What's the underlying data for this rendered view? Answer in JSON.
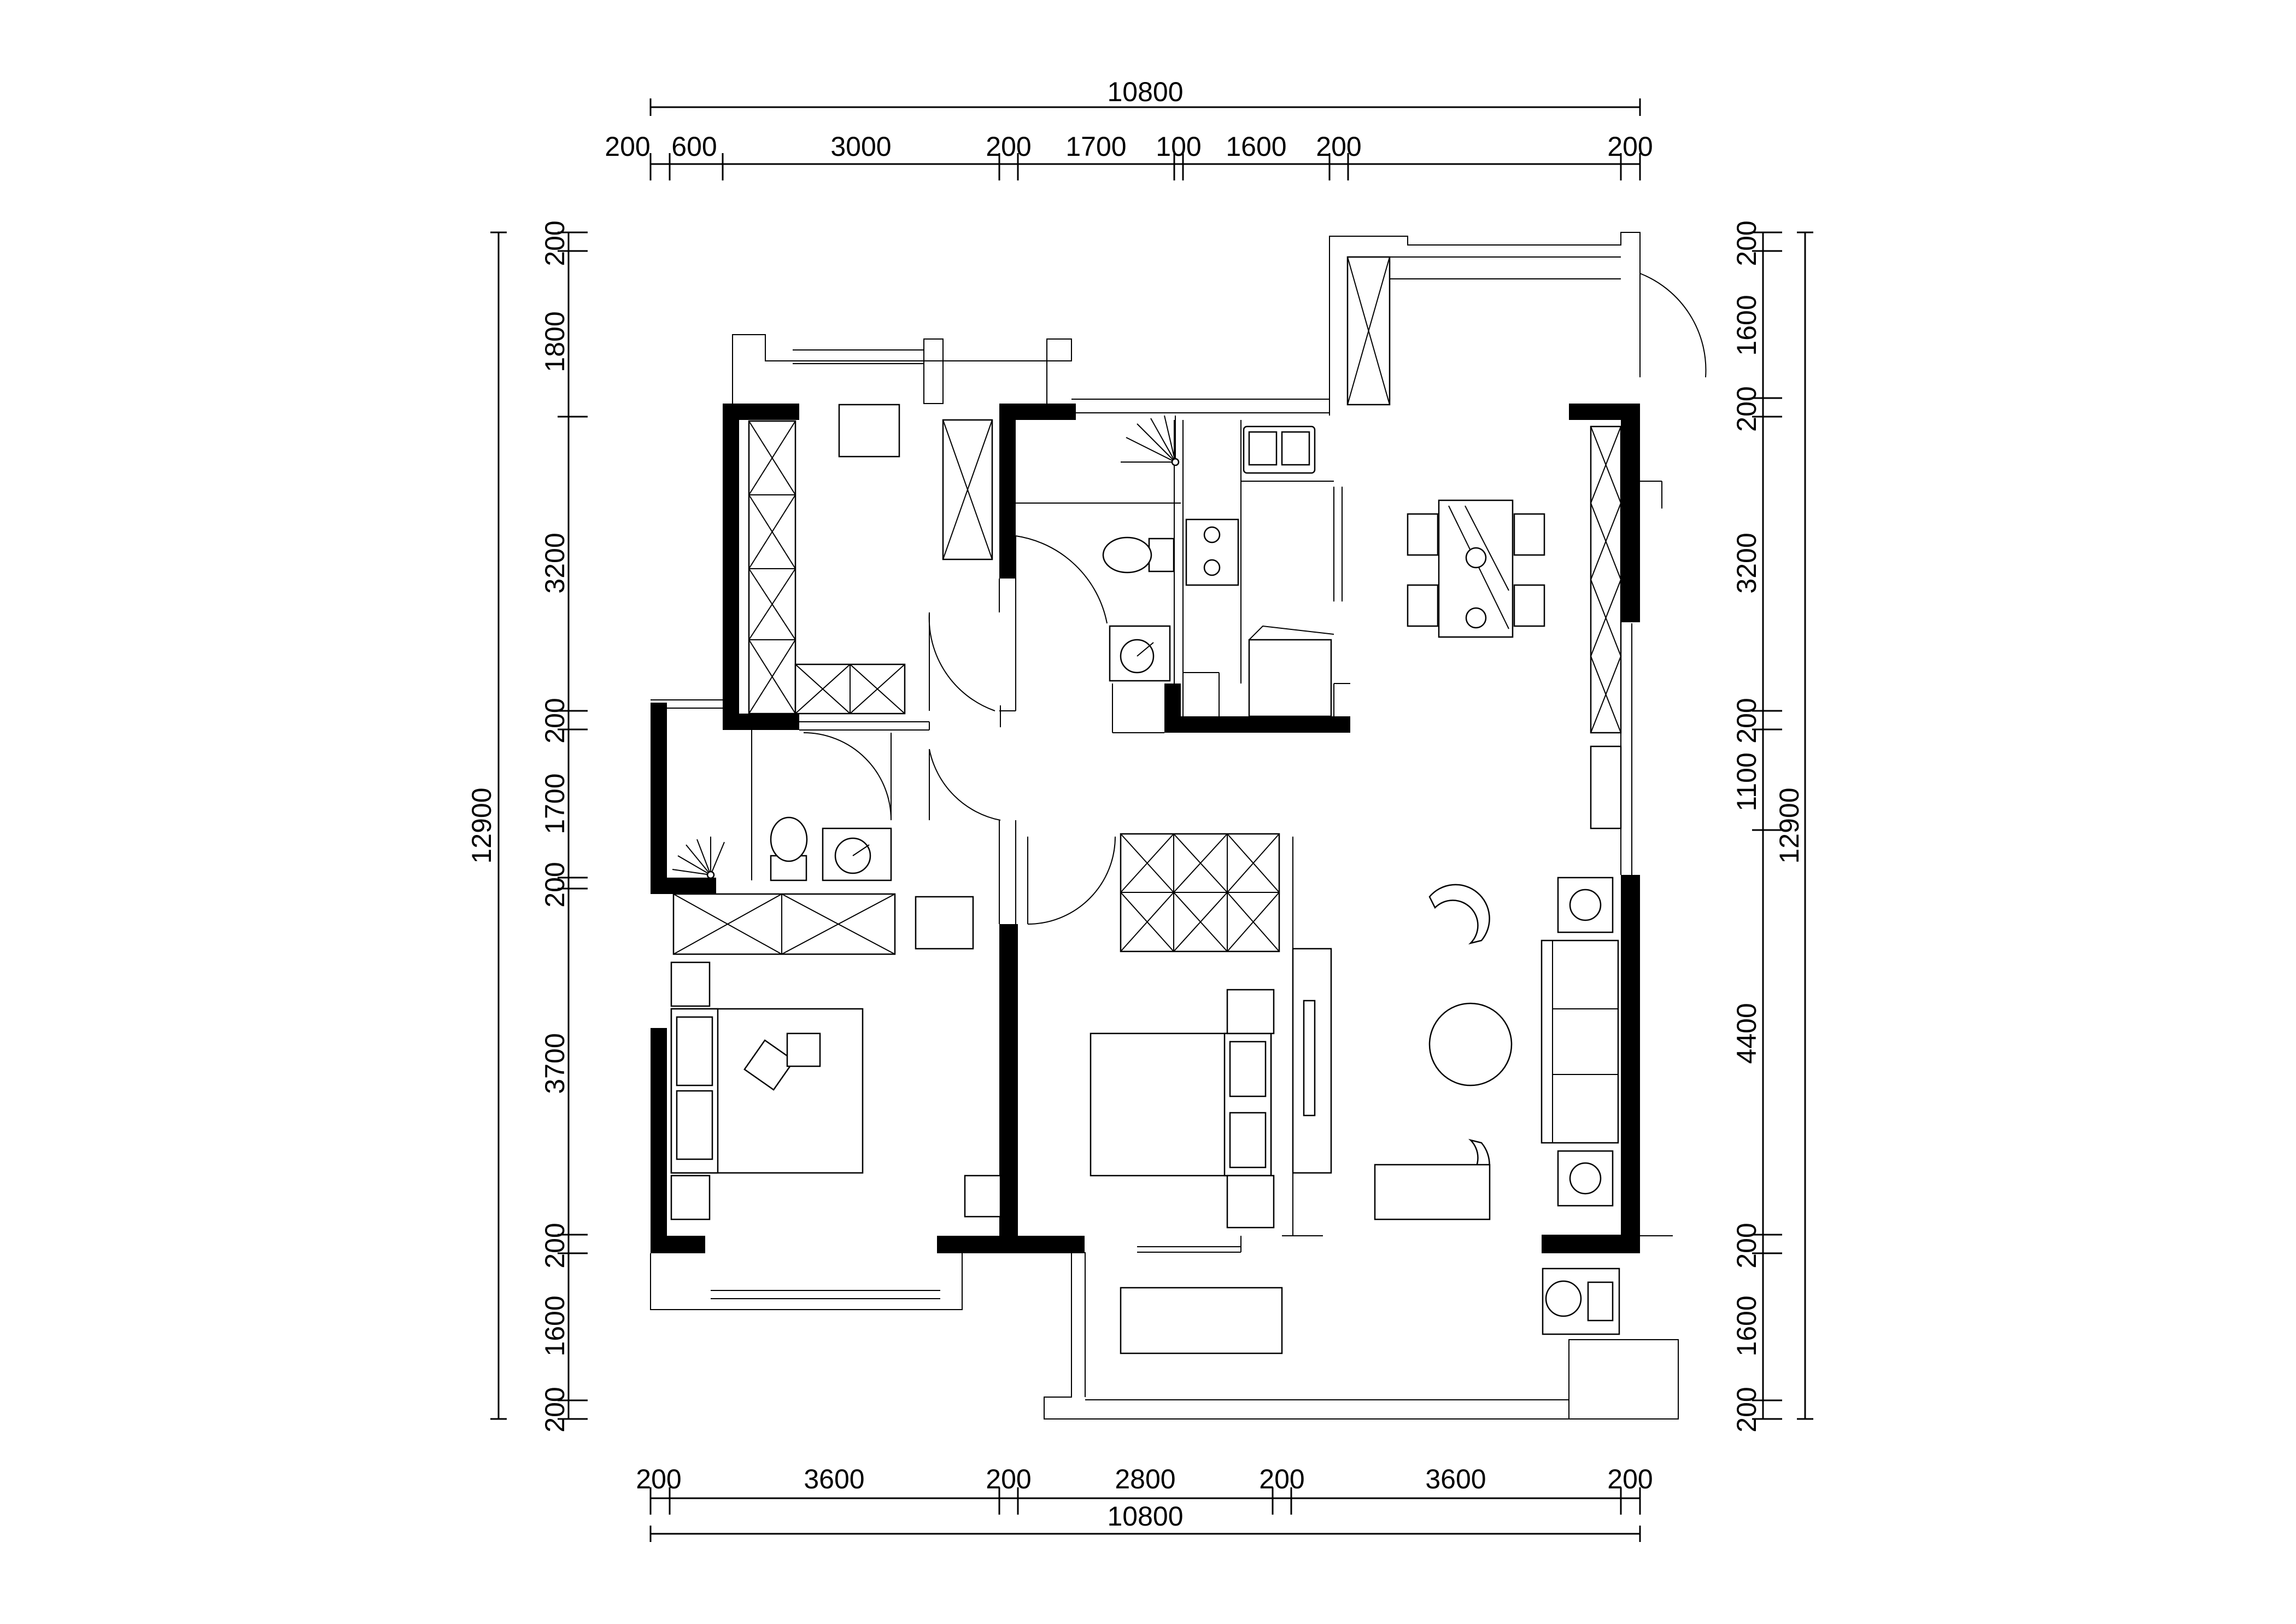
{
  "dimensions": {
    "top_total": "10800",
    "top_segments": [
      "200",
      "600",
      "3000",
      "200",
      "1700",
      "100",
      "1600",
      "200",
      "200"
    ],
    "bottom_total": "10800",
    "bottom_segments": [
      "200",
      "3600",
      "200",
      "2800",
      "200",
      "3600",
      "200"
    ],
    "left_total": "12900",
    "left_segments": [
      "200",
      "1800",
      "3200",
      "200",
      "1700",
      "200",
      "3700",
      "200",
      "1600",
      "200"
    ],
    "right_total": "12900",
    "right_segments": [
      "200",
      "1600",
      "200",
      "3200",
      "200",
      "1100",
      "4400",
      "200",
      "1600",
      "200"
    ]
  },
  "colors": {
    "line": "#000000",
    "wall": "#000000",
    "background": "#ffffff"
  }
}
